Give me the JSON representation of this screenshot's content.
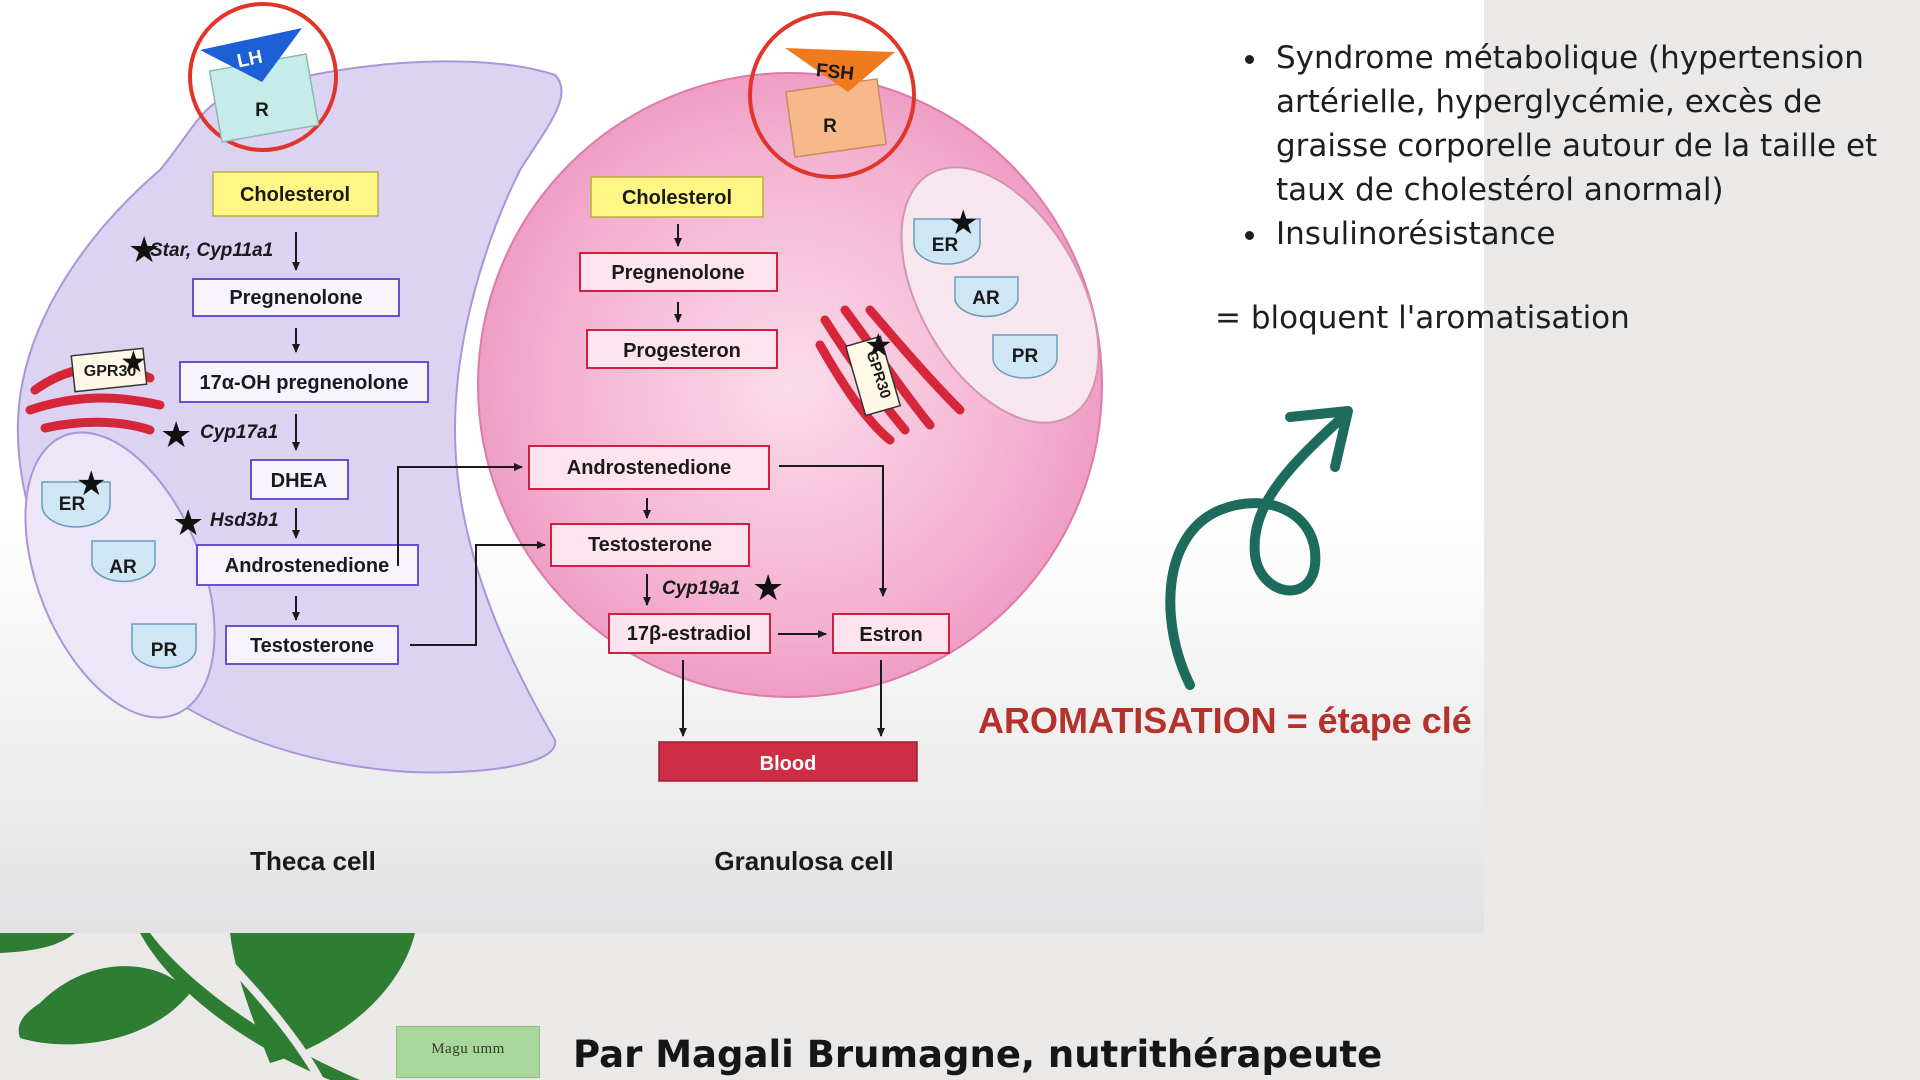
{
  "diagram": {
    "theca": {
      "hormone": "LH",
      "receptor": "R",
      "steps": [
        "Cholesterol",
        "Pregnenolone",
        "17α-OH pregnenolone",
        "DHEA",
        "Androstenedione",
        "Testosterone"
      ],
      "enzymes": [
        "Star, Cyp11a1",
        "Cyp17a1",
        "Hsd3b1"
      ],
      "receptors": [
        "ER",
        "AR",
        "PR"
      ],
      "gpr": "GPR30",
      "caption": "Theca cell"
    },
    "granulosa": {
      "hormone": "FSH",
      "receptor": "R",
      "steps": [
        "Cholesterol",
        "Pregnenolone",
        "Progesteron",
        "Androstenedione",
        "Testosterone",
        "17β-estradiol",
        "Estron"
      ],
      "enzyme": "Cyp19a1",
      "receptors": [
        "ER",
        "AR",
        "PR"
      ],
      "gpr": "GPR30",
      "caption": "Granulosa cell"
    },
    "blood": "Blood"
  },
  "notes": {
    "bullets": [
      "Syndrome métabolique (hypertension artérielle, hyperglycémie, excès de graisse corporelle autour de la taille et taux de cholestérol anormal)",
      "Insulinorésistance"
    ],
    "conclusion": "= bloquent l'aromatisation",
    "arrow_icon": "curved-arrow-icon",
    "aromatisation": "AROMATISATION = étape clé"
  },
  "footer": {
    "logo_text": "Magu  umm",
    "author": "Par Magali Brumagne, nutrithérapeute"
  },
  "colors": {
    "theca_fill": "#ddd3f3",
    "granulosa_fill": "#f4b3d2",
    "accent_red": "#b5312b",
    "arrow_green": "#1d6b5c",
    "leaf_green": "#2e7d32"
  }
}
